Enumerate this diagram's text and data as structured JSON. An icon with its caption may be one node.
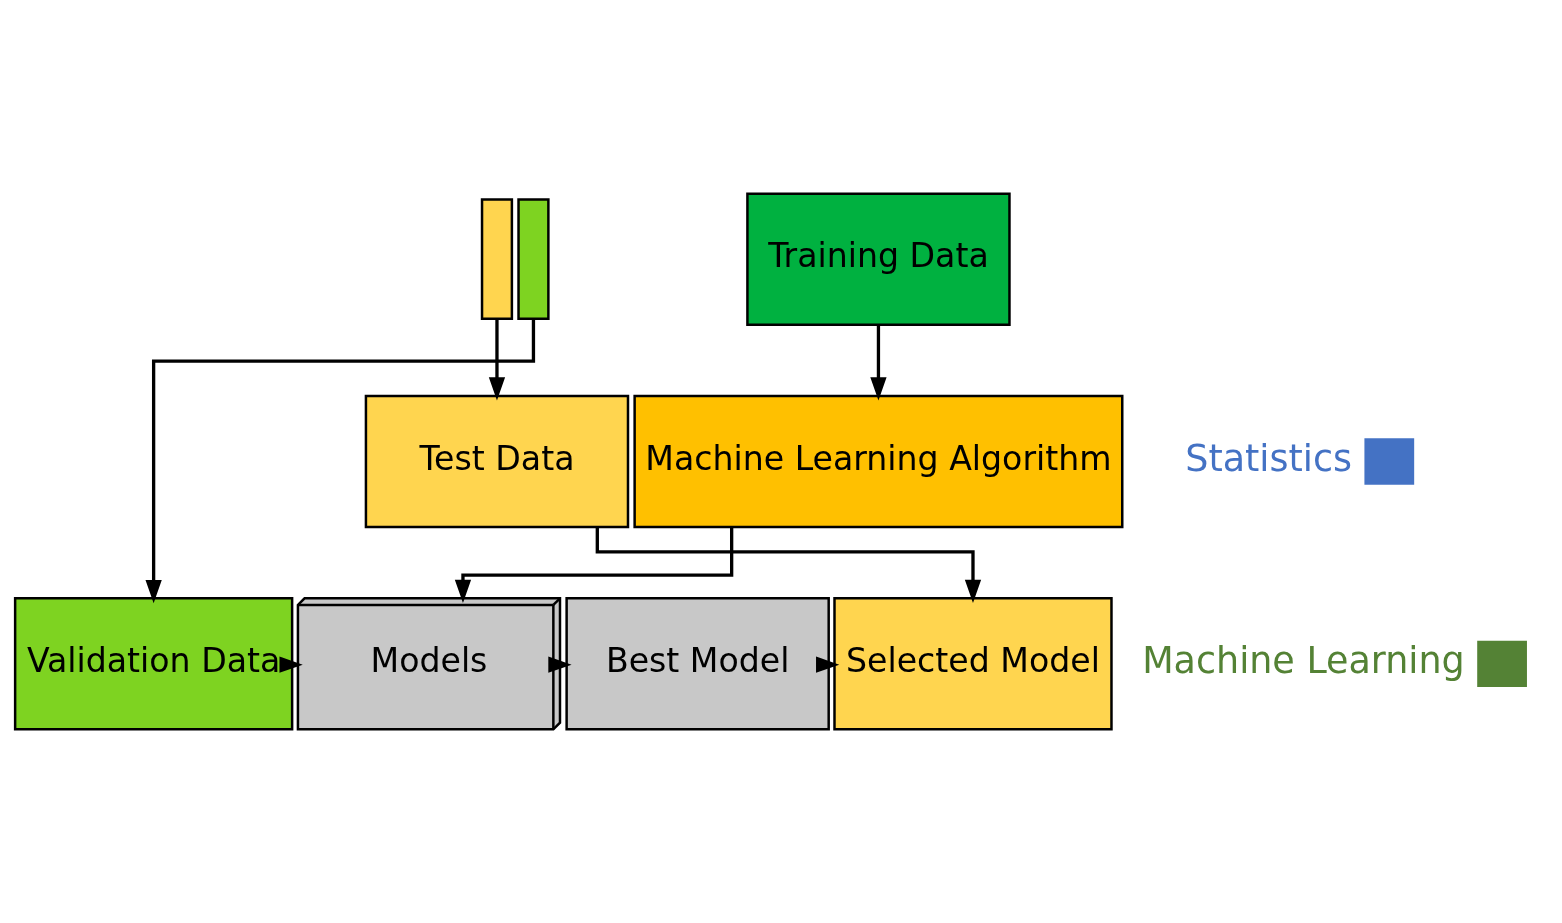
{
  "diagram": {
    "nodes": [
      {
        "text": [],
        "shape": "bar"
      },
      {
        "text": [],
        "shape": "bar"
      },
      {
        "text": [
          "Training Data"
        ]
      },
      {
        "text": [
          "Machine Learning Algorithm"
        ]
      },
      {
        "text": [
          "Validation Data"
        ]
      },
      {
        "text": [
          "Models"
        ]
      },
      {
        "text": [
          "Best Model"
        ]
      },
      {
        "text": [
          "Selected Model"
        ]
      },
      {
        "text": [
          "Test Data"
        ]
      }
    ],
    "edges": [
      {
        "from": 0,
        "to": 8,
        "arrow": "to"
      },
      {
        "from": 1,
        "to": 4,
        "arrow": "to"
      },
      {
        "from": 2,
        "to": 3,
        "arrow": "to"
      },
      {
        "from": 3,
        "to": 5,
        "arrow": "to"
      },
      {
        "from": 4,
        "to": 5,
        "arrow": "to"
      },
      {
        "from": 5,
        "to": 6,
        "arrow": "to"
      },
      {
        "from": 6,
        "to": 7,
        "arrow": "to"
      },
      {
        "from": 8,
        "to": 7,
        "arrow": "to"
      }
    ],
    "legend": [
      {
        "text": "Statistics",
        "color": "#4472c4"
      },
      {
        "text": "Machine Learning",
        "color": "#548235"
      }
    ]
  }
}
